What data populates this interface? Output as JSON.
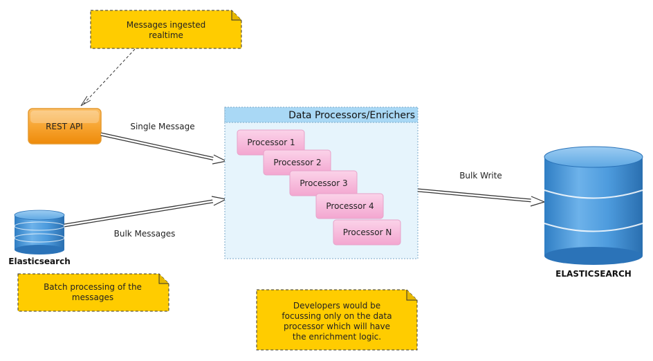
{
  "notes": {
    "realtime": [
      "Messages ingested",
      "realtime"
    ],
    "batch": [
      "Batch processing of the",
      "messages"
    ],
    "developers": [
      "Developers would be",
      "focussing only on the data",
      "processor which will have",
      "the enrichment logic."
    ]
  },
  "rest_api": {
    "label": "REST API"
  },
  "edges": {
    "single_message": "Single Message",
    "bulk_messages": "Bulk Messages",
    "bulk_write": "Bulk Write"
  },
  "container": {
    "title": "Data Processors/Enrichers"
  },
  "processors": [
    "Processor 1",
    "Processor 2",
    "Processor 3",
    "Processor 4",
    "Processor N"
  ],
  "databases": {
    "source": "Elasticsearch",
    "target": "ELASTICSEARCH"
  },
  "colors": {
    "note_fill": "#FFCC00",
    "rest_api_fill": "#F5A623",
    "container_fill": "#E6F4FC",
    "container_header": "#A9D8F5",
    "processor_fill": "#F7B9DC",
    "db_fill": "#4A90D9"
  }
}
